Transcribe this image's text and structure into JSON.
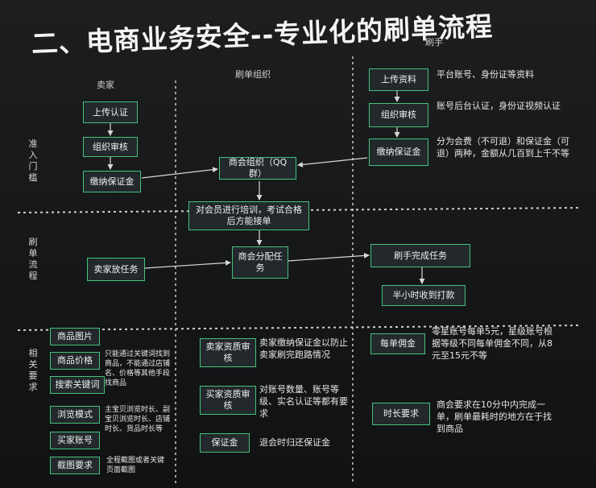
{
  "title": "二、电商业务安全--专业化的刷单流程",
  "columns": {
    "seller": "卖家",
    "organizer": "刷单组织",
    "clicker": "刷手"
  },
  "rows": {
    "access": "准入门槛",
    "process": "刷单流程",
    "requirements": "相关要求"
  },
  "seller": {
    "upload_cert": "上传认证",
    "org_review": "组织审核",
    "pay_deposit": "缴纳保证金",
    "post_task": "卖家放任务"
  },
  "organizer": {
    "chamber_group": "商会组织（QQ群）",
    "training": "对会员进行培训，考试合格后方能接单",
    "assign_task": "商会分配任务",
    "seller_review": "卖家资质审核",
    "seller_review_note": "卖家缴纳保证金以防止卖家刷完跑路情况",
    "buyer_review": "买家资质审核",
    "buyer_review_note": "对账号数量、账号等级、实名认证等都有要求",
    "deposit": "保证金",
    "deposit_note": "退会时归还保证金"
  },
  "clicker": {
    "upload_info": "上传资料",
    "upload_info_note": "平台账号、身份证等资料",
    "org_review": "组织审核",
    "org_review_note": "账号后台认证，身份证视频认证",
    "pay_fee": "缴纳保证金",
    "pay_fee_note": "分为会费（不可退）和保证金（可退）两种，金额从几百到上千不等",
    "complete_task": "刷手完成任务",
    "receive_payment": "半小时收到打款",
    "commission": "每单佣金",
    "commission_note": "零星账号每单5元，星级账号根据等级不同每单佣金不同，从8元至15元不等",
    "duration": "时长要求",
    "duration_note": "商会要求在10分中内完成一单，刷单最耗时的地方在于找到商品"
  },
  "requirements": {
    "product_image": "商品图片",
    "product_price": "商品价格",
    "price_note": "只能通过关键词找到商品，不能通过店铺名、价格等其他手段找商品",
    "search_keyword": "搜索关键词",
    "browse_mode": "浏览模式",
    "browse_note": "主宝贝浏览时长、副宝贝浏览时长、店铺时长、货品时长等",
    "buyer_account": "买家账号",
    "screenshot_req": "截图要求",
    "screenshot_note": "全程截图或者关键页面截图"
  },
  "colors": {
    "box_border": "#44c27a",
    "background": "#151719"
  }
}
